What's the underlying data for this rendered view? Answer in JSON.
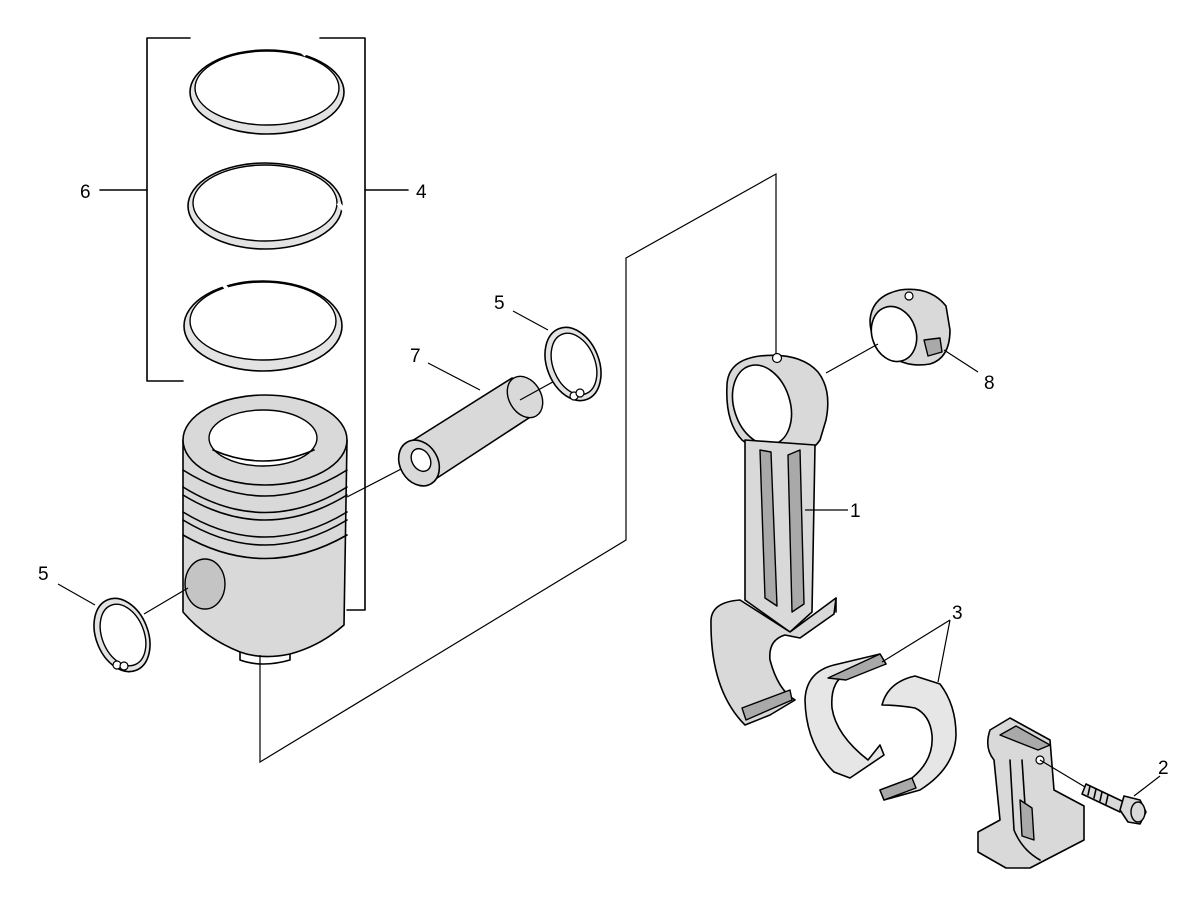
{
  "diagram": {
    "callouts": [
      {
        "key": "c1",
        "text": "1"
      },
      {
        "key": "c2",
        "text": "2"
      },
      {
        "key": "c3",
        "text": "3"
      },
      {
        "key": "c4",
        "text": "4"
      },
      {
        "key": "c5a",
        "text": "5"
      },
      {
        "key": "c5b",
        "text": "5"
      },
      {
        "key": "c6",
        "text": "6"
      },
      {
        "key": "c7",
        "text": "7"
      },
      {
        "key": "c8",
        "text": "8"
      }
    ]
  },
  "colors": {
    "line": "#000000",
    "part_fill": "#d9d9d9",
    "shade_fill": "#a9a9a9",
    "background": "#ffffff"
  }
}
